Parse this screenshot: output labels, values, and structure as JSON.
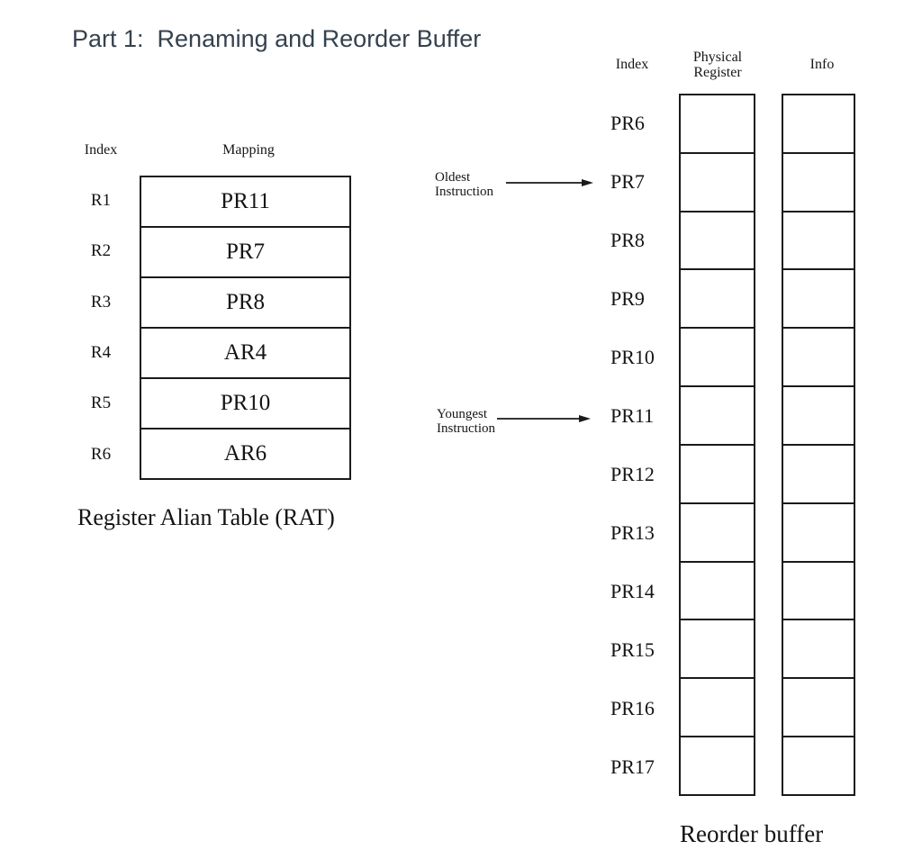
{
  "title": "Part 1:  Renaming and Reorder Buffer",
  "rat": {
    "index_header": "Index",
    "mapping_header": "Mapping",
    "rows": [
      {
        "index": "R1",
        "mapping": "PR11"
      },
      {
        "index": "R2",
        "mapping": "PR7"
      },
      {
        "index": "R3",
        "mapping": "PR8"
      },
      {
        "index": "R4",
        "mapping": "AR4"
      },
      {
        "index": "R5",
        "mapping": "PR10"
      },
      {
        "index": "R6",
        "mapping": "AR6"
      }
    ],
    "caption": "Register Alian Table (RAT)"
  },
  "annotations": {
    "oldest": {
      "line1": "Oldest",
      "line2": "Instruction",
      "points_to": "PR7"
    },
    "youngest": {
      "line1": "Youngest",
      "line2": "Instruction",
      "points_to": "PR11"
    }
  },
  "rob": {
    "index_header": "Index",
    "physical_register_header_line1": "Physical",
    "physical_register_header_line2": "Register",
    "info_header": "Info",
    "indices": [
      "PR6",
      "PR7",
      "PR8",
      "PR9",
      "PR10",
      "PR11",
      "PR12",
      "PR13",
      "PR14",
      "PR15",
      "PR16",
      "PR17"
    ],
    "caption": "Reorder buffer"
  },
  "colors": {
    "background": "#ffffff",
    "title_text": "#35424e",
    "body_text": "#141414",
    "border": "#1a1a1a"
  }
}
